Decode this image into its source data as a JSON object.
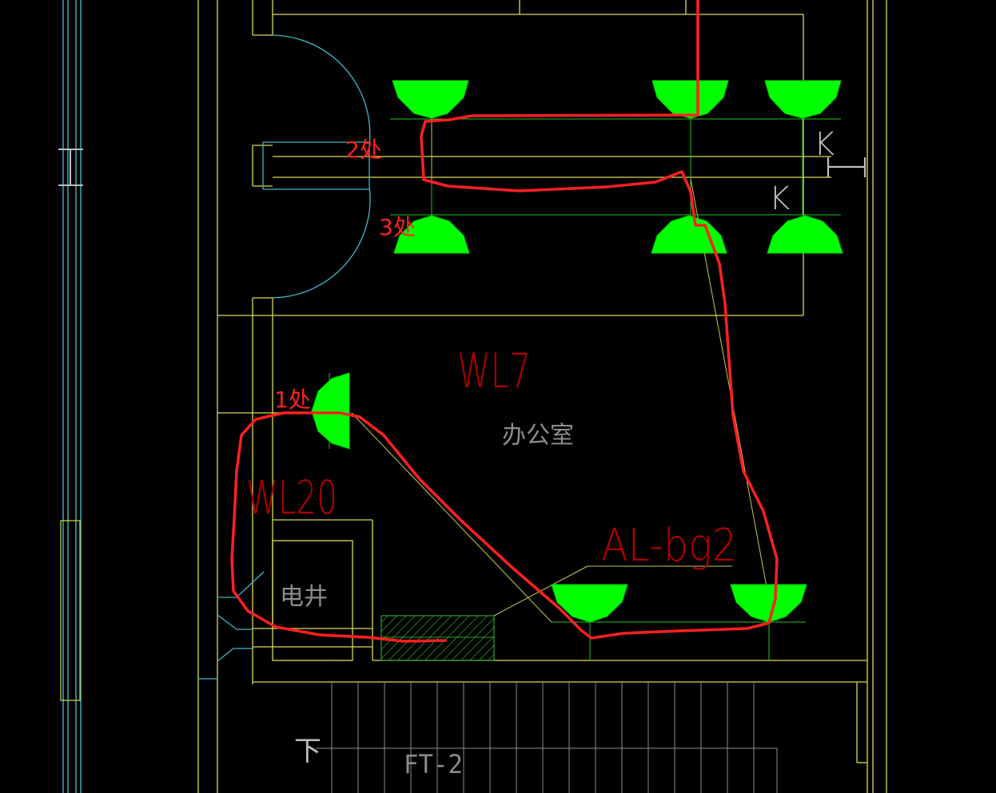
{
  "colors": {
    "background": "#000000",
    "wall": "#d9d95a",
    "wall_cyan": "#3fb7c8",
    "fixture": "#00ff00",
    "annotation_red": "#ff2020",
    "label_dark_red": "#b00000",
    "label_gray": "#8c8c8c",
    "white_symbol": "#bfbfbf"
  },
  "labels": {
    "count_2": "2处",
    "count_3": "3处",
    "count_1": "1处",
    "circuit_wl7": "WL7",
    "circuit_wl20": "WL20",
    "room_office": "办公室",
    "panel_code": "AL-bg2",
    "electric_shaft": "电井",
    "switch_k_upper": "K",
    "switch_k_lower": "K",
    "stair_down": "下",
    "stair_code": "FT-2"
  },
  "fixtures": [
    {
      "name": "light-fixture",
      "kind": "ceiling-lamp"
    },
    {
      "name": "light-fixture",
      "kind": "ceiling-lamp"
    },
    {
      "name": "light-fixture",
      "kind": "ceiling-lamp"
    },
    {
      "name": "light-fixture",
      "kind": "ceiling-lamp"
    },
    {
      "name": "light-fixture",
      "kind": "ceiling-lamp"
    },
    {
      "name": "light-fixture",
      "kind": "ceiling-lamp"
    },
    {
      "name": "light-fixture",
      "kind": "wall-lamp"
    },
    {
      "name": "light-fixture",
      "kind": "ceiling-lamp"
    },
    {
      "name": "light-fixture",
      "kind": "ceiling-lamp"
    }
  ]
}
